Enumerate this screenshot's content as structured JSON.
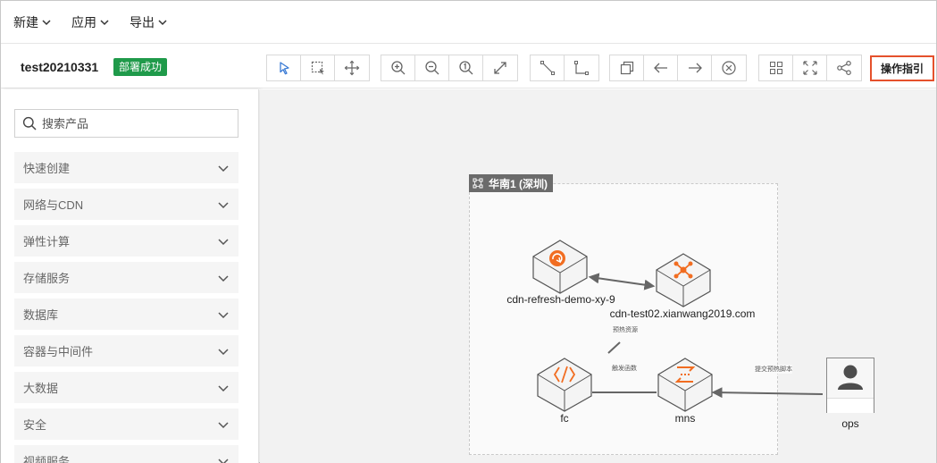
{
  "menu": {
    "items": [
      {
        "label": "新建"
      },
      {
        "label": "应用"
      },
      {
        "label": "导出"
      }
    ]
  },
  "toolbar": {
    "project_name": "test20210331",
    "status": "部署成功",
    "status_color": "#1f9a4a",
    "guide_label": "操作指引",
    "guide_border_color": "#e5512c",
    "groups": [
      [
        "cursor-icon",
        "marquee-select-icon",
        "move-icon"
      ],
      [
        "zoom-in-icon",
        "zoom-out-icon",
        "zoom-reset-icon",
        "fit-screen-icon"
      ],
      [
        "straight-line-icon",
        "elbow-line-icon"
      ],
      [
        "copy-icon",
        "arrow-left-icon",
        "arrow-right-icon",
        "clear-icon"
      ],
      [
        "grid-icon",
        "expand-icon",
        "share-icon"
      ]
    ]
  },
  "sidebar": {
    "search_placeholder": "搜索产品",
    "categories": [
      {
        "label": "快速创建"
      },
      {
        "label": "网络与CDN"
      },
      {
        "label": "弹性计算"
      },
      {
        "label": "存储服务"
      },
      {
        "label": "数据库"
      },
      {
        "label": "容器与中间件"
      },
      {
        "label": "大数据"
      },
      {
        "label": "安全"
      },
      {
        "label": "视频服务"
      }
    ]
  },
  "canvas": {
    "region_label": "华南1 (深圳)",
    "accent_color": "#f16d21",
    "nodes": {
      "cdn_refresh": {
        "label": "cdn-refresh-demo-xy-9",
        "icon": "cdn-refresh-icon"
      },
      "cdn_test": {
        "label": "cdn-test02.xianwang2019.com",
        "icon": "cdn-network-icon"
      },
      "fc": {
        "label": "fc",
        "icon": "function-compute-icon"
      },
      "mns": {
        "label": "mns",
        "icon": "message-service-icon"
      },
      "ops": {
        "label": "ops",
        "icon": "user-icon"
      }
    },
    "edges": {
      "prefetch": "预热资源",
      "trigger": "触发函数",
      "submit": "提交预热脚本"
    }
  }
}
